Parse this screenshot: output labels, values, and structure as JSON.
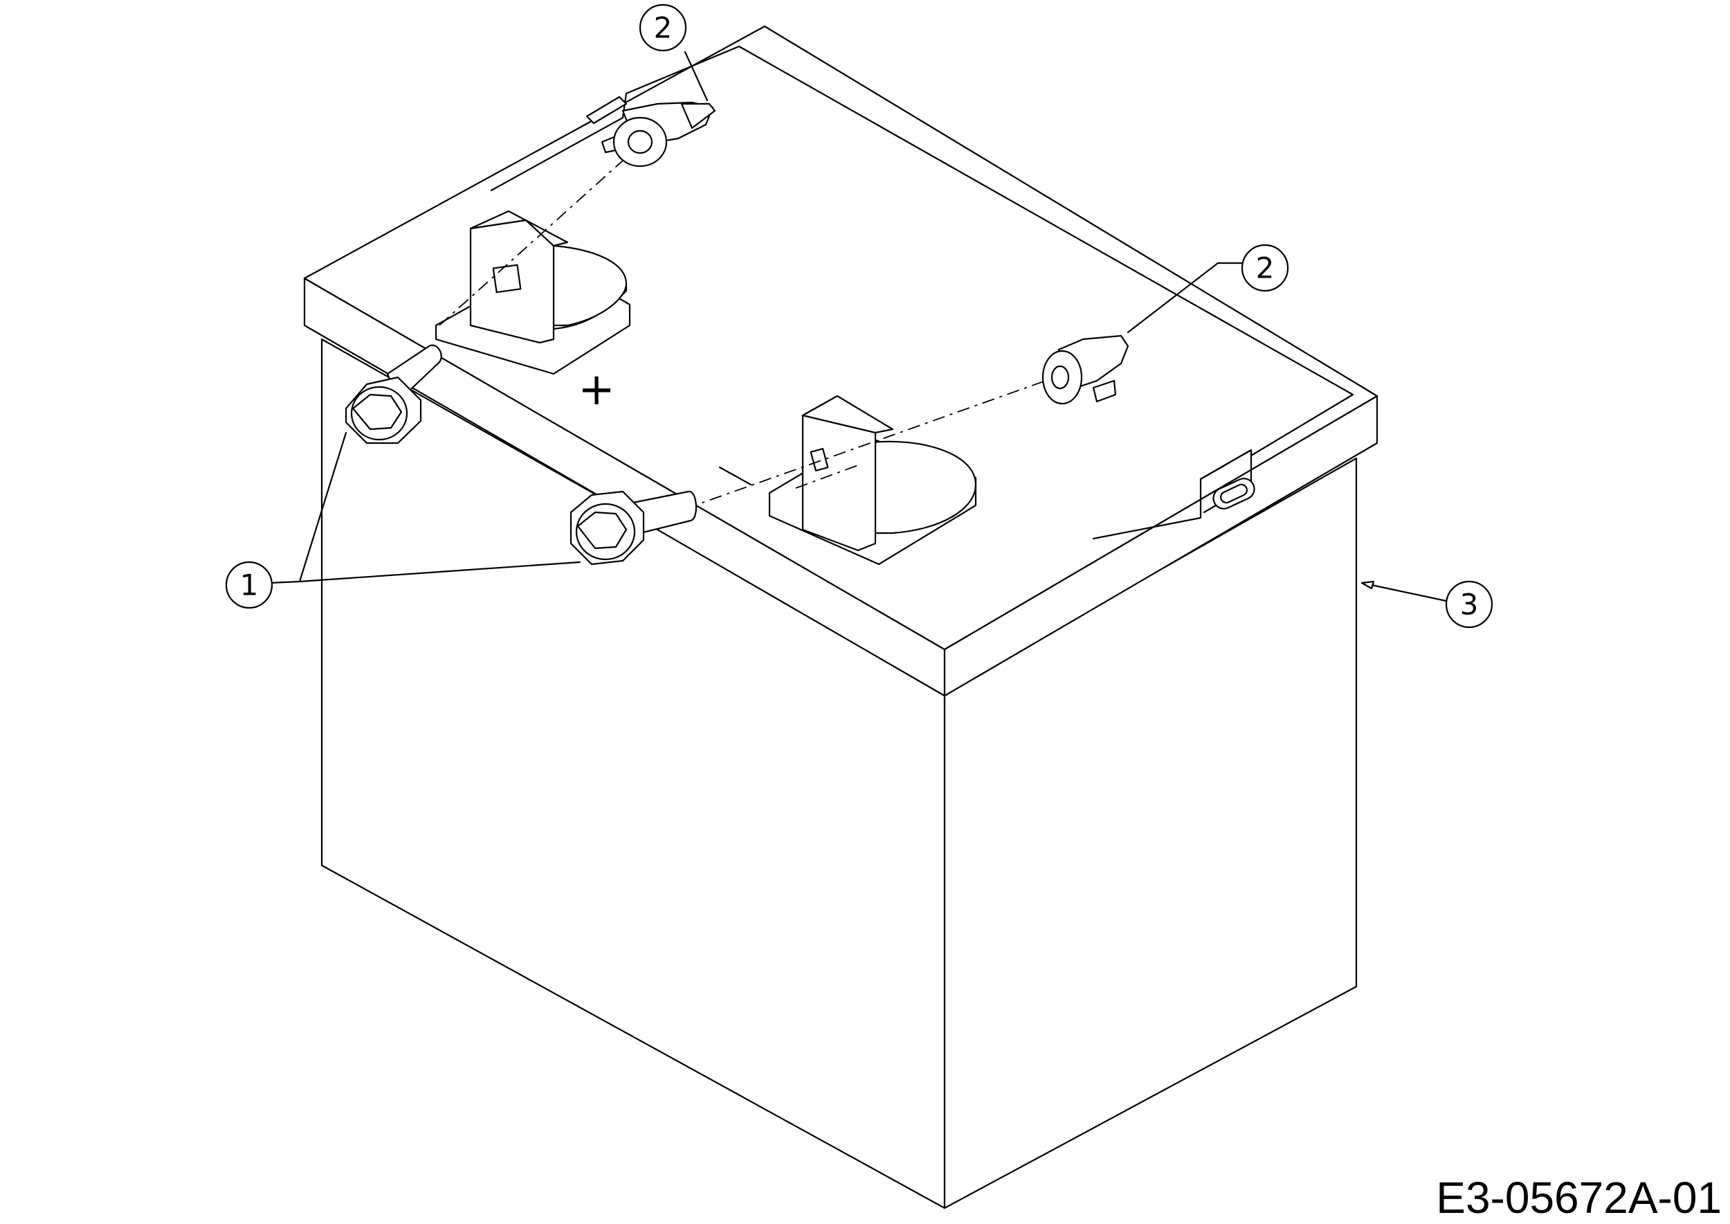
{
  "callouts": {
    "bolt": "1",
    "cap_positive": "2",
    "cap_negative": "2",
    "battery": "3"
  },
  "polarity": {
    "positive": "+",
    "negative": "—"
  },
  "drawing_code": "E3-05672A-01"
}
